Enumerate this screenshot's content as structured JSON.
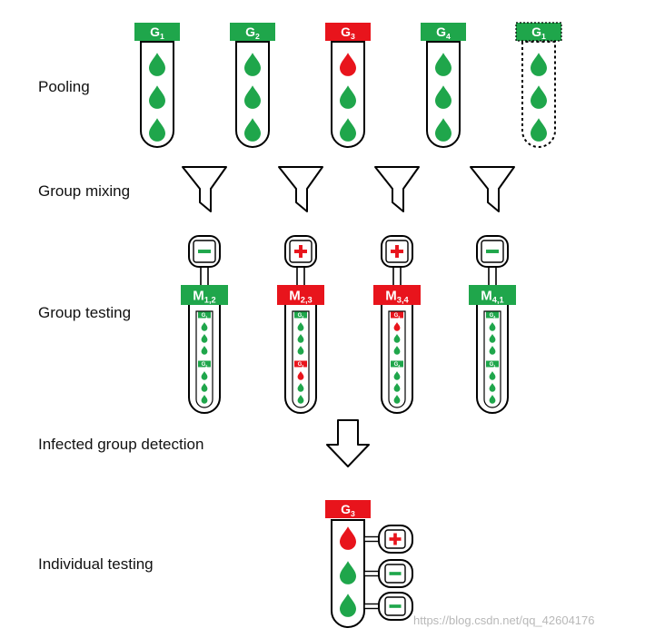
{
  "steps": {
    "pooling": "Pooling",
    "group_mixing": "Group mixing",
    "group_testing": "Group testing",
    "infected_group_detection": "Infected group detection",
    "individual_testing": "Individual testing"
  },
  "pool_tubes": [
    {
      "label": "G",
      "sub": "1",
      "status": "negative",
      "drops": [
        "green",
        "green",
        "green"
      ]
    },
    {
      "label": "G",
      "sub": "2",
      "status": "negative",
      "drops": [
        "green",
        "green",
        "green"
      ]
    },
    {
      "label": "G",
      "sub": "3",
      "status": "positive",
      "drops": [
        "red",
        "green",
        "green"
      ]
    },
    {
      "label": "G",
      "sub": "4",
      "status": "negative",
      "drops": [
        "green",
        "green",
        "green"
      ]
    },
    {
      "label": "G",
      "sub": "1",
      "status": "negative",
      "dashed": true,
      "drops": [
        "green",
        "green",
        "green"
      ]
    }
  ],
  "mixed_tubes": [
    {
      "label": "M",
      "sub": "1,2",
      "result": "negative",
      "groups": [
        {
          "sub": "1",
          "drops": [
            "green",
            "green",
            "green"
          ]
        },
        {
          "sub": "2",
          "drops": [
            "green",
            "green",
            "green"
          ]
        }
      ]
    },
    {
      "label": "M",
      "sub": "2,3",
      "result": "positive",
      "groups": [
        {
          "sub": "2",
          "drops": [
            "green",
            "green",
            "green"
          ]
        },
        {
          "sub": "3",
          "drops": [
            "red",
            "green",
            "green"
          ]
        }
      ]
    },
    {
      "label": "M",
      "sub": "3,4",
      "result": "positive",
      "groups": [
        {
          "sub": "3",
          "drops": [
            "red",
            "green",
            "green"
          ]
        },
        {
          "sub": "4",
          "drops": [
            "green",
            "green",
            "green"
          ]
        }
      ]
    },
    {
      "label": "M",
      "sub": "4,1",
      "result": "negative",
      "groups": [
        {
          "sub": "4",
          "drops": [
            "green",
            "green",
            "green"
          ]
        },
        {
          "sub": "1",
          "drops": [
            "green",
            "green",
            "green"
          ]
        }
      ]
    }
  ],
  "individual": {
    "label": "G",
    "sub": "3",
    "drops": [
      "red",
      "green",
      "green"
    ],
    "results": [
      "positive",
      "negative",
      "negative"
    ]
  },
  "colors": {
    "green": "#1fa64b",
    "red": "#e8141c",
    "outline": "#000000"
  },
  "watermark": "https://blog.csdn.net/qq_42604176"
}
